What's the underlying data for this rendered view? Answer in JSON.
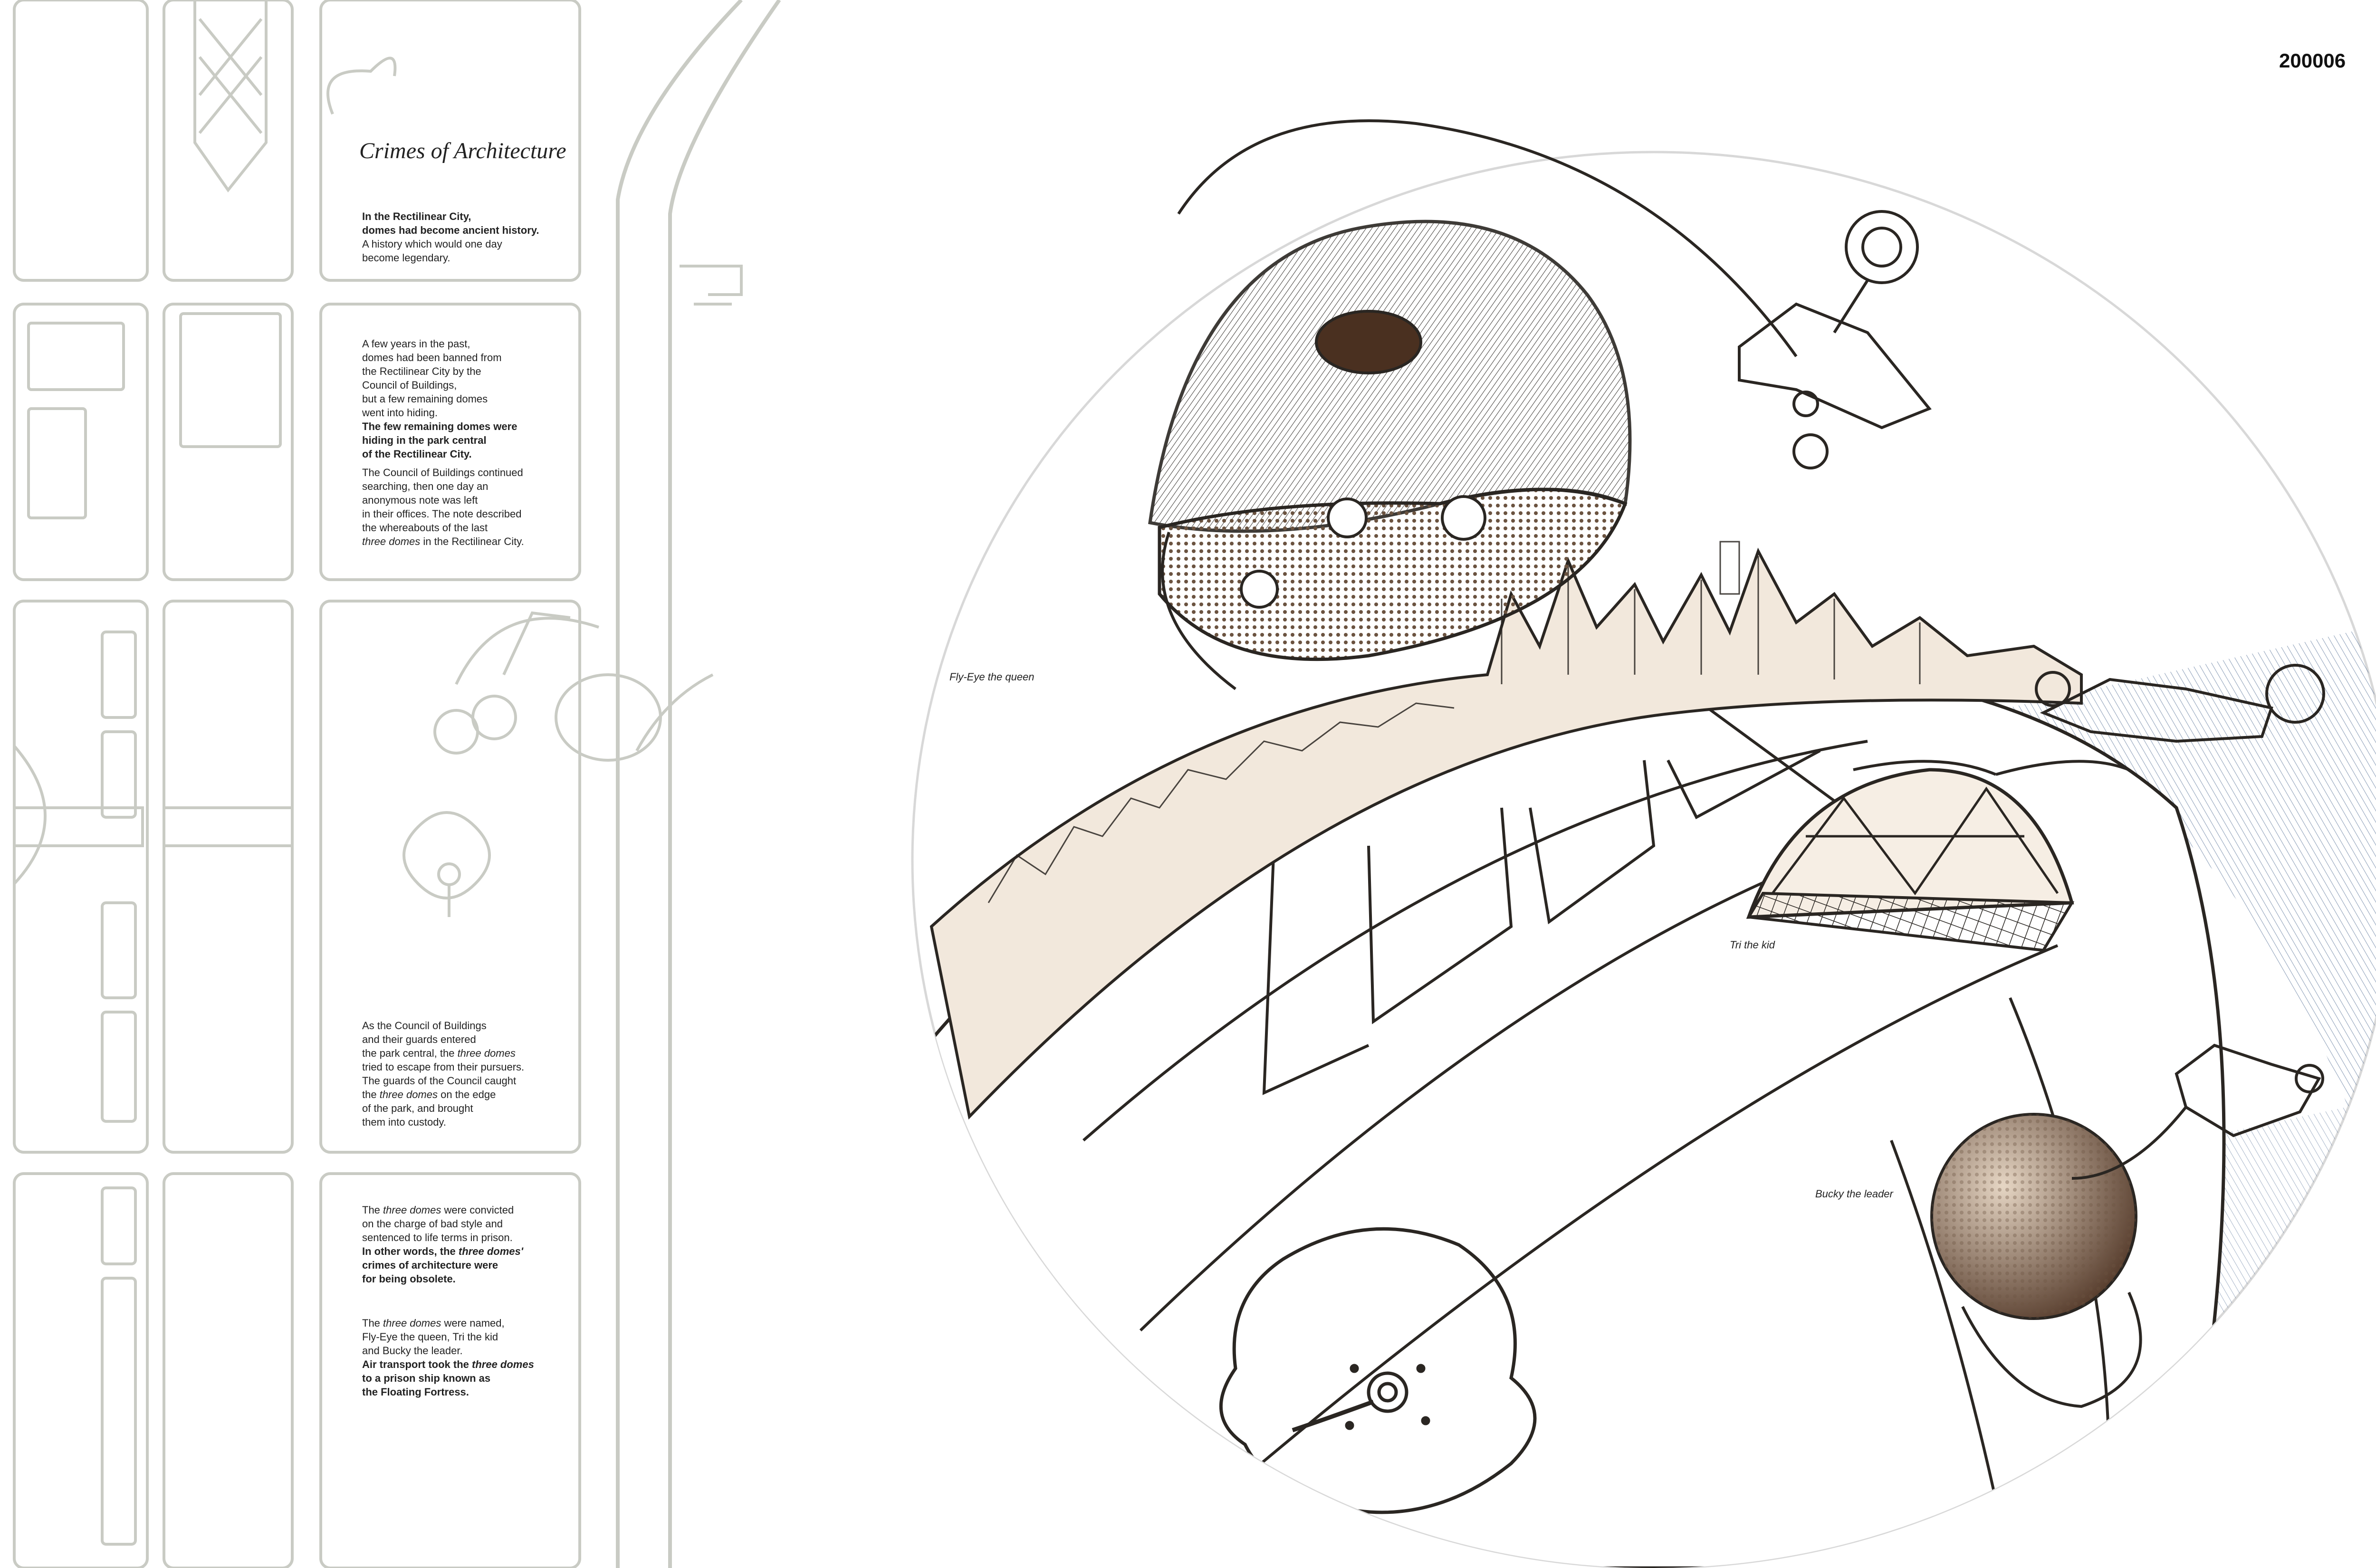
{
  "sheet_number": "200006",
  "title": "Crimes of Architecture",
  "story": {
    "p1_bold": "In the Rectilinear City,\ndomes had become ancient history.",
    "p1_rest": "A history which would one day\nbecome legendary.",
    "p2_plain": "A few years in the past,\ndomes had been banned from\nthe Rectilinear City by the\nCouncil of Buildings,\nbut a few remaining domes\nwent into hiding.",
    "p2_bold": "The few remaining domes were\nhiding in the park central\nof the Rectilinear City.",
    "p3_plain": "The Council of Buildings continued\nsearching, then one day an\nanonymous note was left\nin their offices. The note described\nthe whereabouts of the last",
    "p3_italic": "three domes",
    "p3_end": " in the Rectilinear City.",
    "p4_a": "As the Council of Buildings\nand their guards entered\nthe park central, the ",
    "p4_italic1": "three domes",
    "p4_b": "\ntried to escape from their pursuers.\nThe guards of the Council caught\nthe ",
    "p4_italic2": "three domes",
    "p4_c": " on the edge\nof the park, and brought\nthem into custody.",
    "p5_a": "The ",
    "p5_italic": "three domes",
    "p5_b": " were convicted\non the charge of bad style and\nsentenced to life terms in prison.",
    "p5_bold_a": "In other words, the ",
    "p5_bold_italic": "three domes'",
    "p5_bold_b": "\ncrimes of architecture were\nfor being obsolete.",
    "p6_a": "The ",
    "p6_italic": "three domes",
    "p6_b": " were named,\nFly-Eye the queen, Tri the kid\nand Bucky the leader.",
    "p6_bold_a": "Air transport took the ",
    "p6_bold_italic": "three domes",
    "p6_bold_b": "\nto a prison ship known as\nthe Floating Fortress."
  },
  "labels": {
    "fly_eye": "Fly-Eye the queen",
    "tri": "Tri the kid",
    "bucky": "Bucky the leader"
  },
  "colors": {
    "ink": "#2a2622",
    "plan_line": "#c9cbc4",
    "sepia": "#8a6a4a",
    "paper": "#ffffff"
  }
}
